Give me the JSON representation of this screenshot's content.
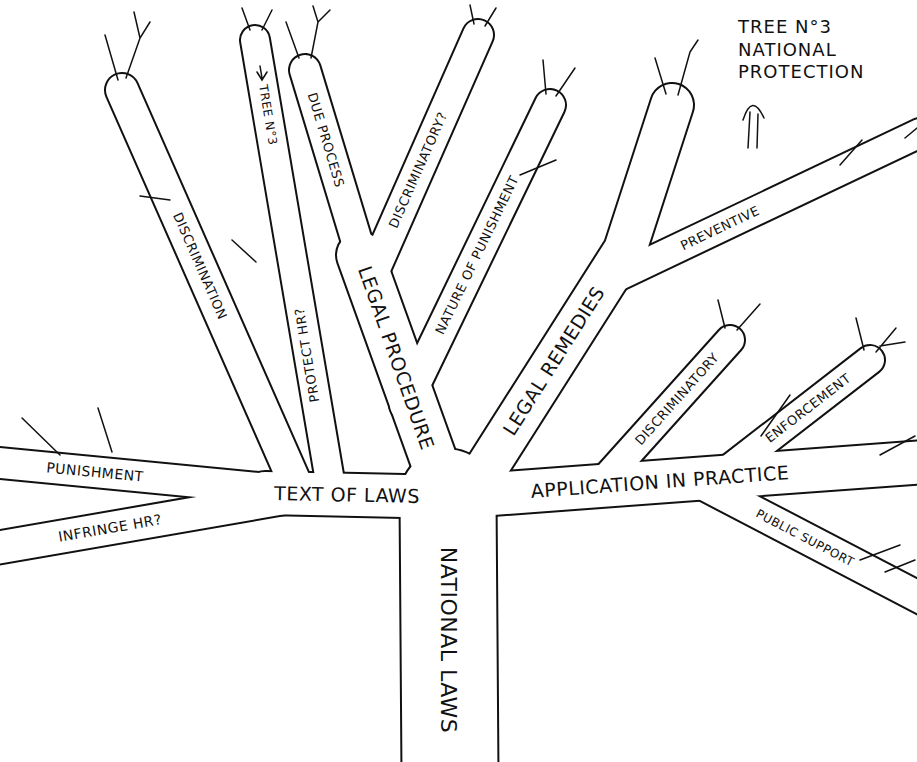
{
  "diagram": {
    "title": "TREE N°3 NATIONAL PROTECTION",
    "labels": [
      "DUE PROCESS",
      "DISCRIMINATORY?",
      "TREE N°3",
      "PROTECT HR?",
      "NATURE OF PUNISHMENT",
      "DISCRIMINATION",
      "LEGAL PROCEDURE",
      "LEGAL REMEDIES",
      "PREVENTIVE",
      "DISCRIMINATORY",
      "ENFORCEMENT",
      "PUNISHMENT",
      "TEXT OF LAWS",
      "APPLICATION IN PRACTICE",
      "INFRINGE HR?",
      "PUBLIC SUPPORT",
      "NATIONAL LAWS"
    ]
  }
}
